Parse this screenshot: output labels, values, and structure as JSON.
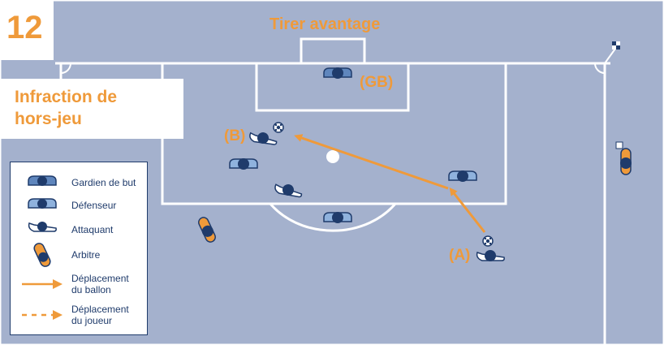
{
  "diagram_number": "12",
  "title_line1": "Infraction de",
  "title_line2": "hors-jeu",
  "header": "Tirer avantage",
  "labels": {
    "gb": "(GB)",
    "b": "(B)",
    "a": "(A)"
  },
  "legend": {
    "goalkeeper": "Gardien de but",
    "defender": "Défenseur",
    "attacker": "Attaquant",
    "referee": "Arbitre",
    "ball_move_1": "Déplacement",
    "ball_move_2": "du ballon",
    "player_move_1": "Déplacement",
    "player_move_2": "du joueur"
  },
  "colors": {
    "pitch": "#a4b1cd",
    "lines": "#ffffff",
    "accent": "#ef9a3a",
    "navy": "#1f3b6b",
    "player_light": "#8fb2dd"
  }
}
